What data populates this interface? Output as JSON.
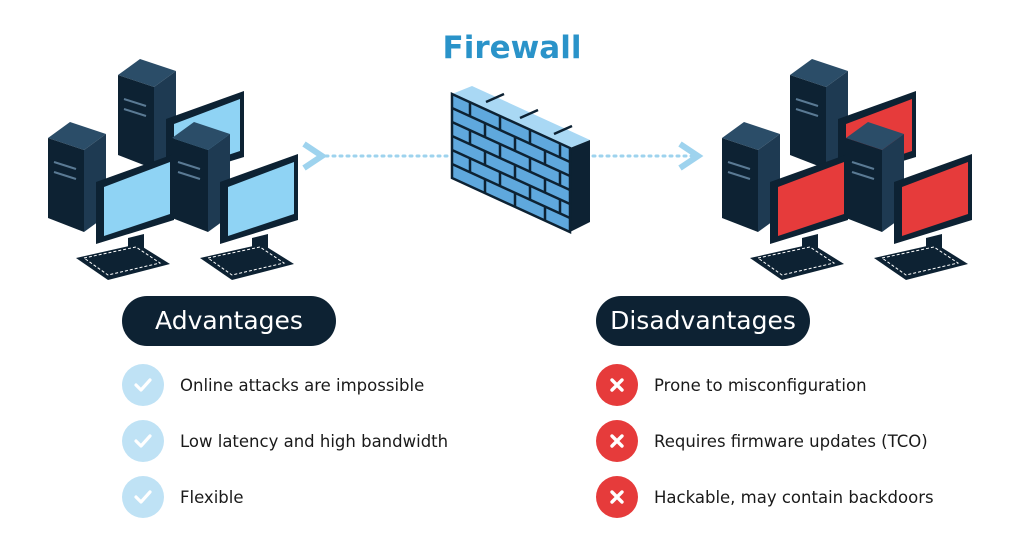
{
  "title": "Firewall",
  "colors": {
    "title": "#2a93c9",
    "pill_bg": "#0d2233",
    "check_bg": "#bfe2f5",
    "check_mark": "#ffffff",
    "cross_bg": "#e63b3b",
    "cross_mark": "#ffffff",
    "screen_trusted": "#8fd3f4",
    "screen_untrusted": "#e63b3b",
    "brick": "#5fa8dd",
    "arrow": "#9ed3ee"
  },
  "icons": [
    "brick-wall-icon",
    "desktop-computer-icon",
    "check-icon",
    "cross-icon",
    "dotted-arrow-icon"
  ],
  "advantages": {
    "heading": "Advantages",
    "items": [
      "Online attacks are impossible",
      "Low latency and high bandwidth",
      "Flexible"
    ]
  },
  "disadvantages": {
    "heading": "Disadvantages",
    "items": [
      "Prone to misconfiguration",
      "Requires firmware updates (TCO)",
      "Hackable, may contain backdoors"
    ]
  }
}
